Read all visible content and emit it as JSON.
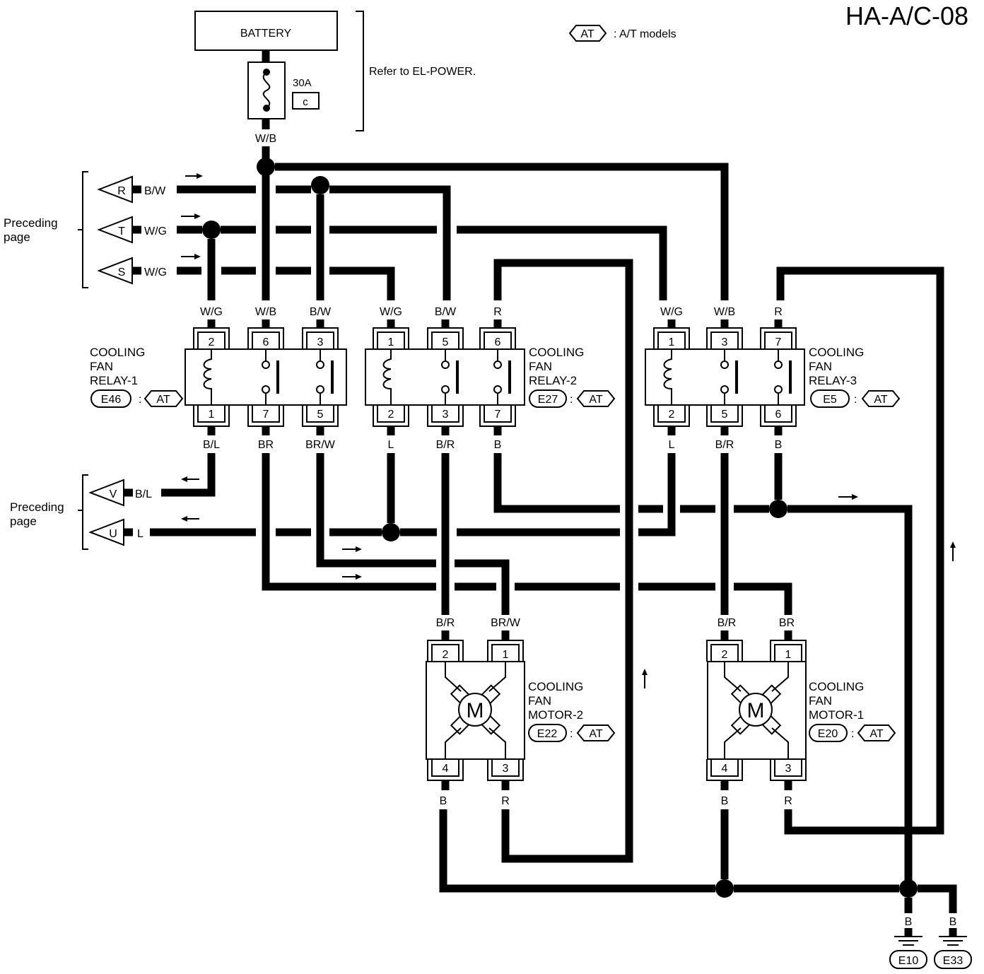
{
  "page_id": "HA-A/C-08",
  "legend": {
    "symbol": "AT",
    "text": ": A/T models"
  },
  "battery": {
    "label": "BATTERY",
    "fuse_rating": "30A",
    "fuse_code": "c",
    "reference": "Refer to EL-POWER.",
    "output_wire": "W/B"
  },
  "preceding_page_top": {
    "label_line1": "Preceding",
    "label_line2": "page",
    "connectors": [
      {
        "letter": "R",
        "wire": "B/W"
      },
      {
        "letter": "T",
        "wire": "W/G"
      },
      {
        "letter": "S",
        "wire": "W/G"
      }
    ]
  },
  "preceding_page_bottom": {
    "label_line1": "Preceding",
    "label_line2": "page",
    "connectors": [
      {
        "letter": "V",
        "wire": "B/L"
      },
      {
        "letter": "U",
        "wire": "L"
      }
    ]
  },
  "relays": [
    {
      "title1": "COOLING",
      "title2": "FAN",
      "title3": "RELAY-1",
      "connector": "E46",
      "tag": "AT",
      "top_pins": [
        "2",
        "6",
        "3"
      ],
      "bottom_pins": [
        "1",
        "7",
        "5"
      ],
      "top_wires": [
        "W/G",
        "W/B",
        "B/W"
      ],
      "bottom_wires": [
        "B/L",
        "BR",
        "BR/W"
      ]
    },
    {
      "title1": "COOLING",
      "title2": "FAN",
      "title3": "RELAY-2",
      "connector": "E27",
      "tag": "AT",
      "top_pins": [
        "1",
        "5",
        "6"
      ],
      "bottom_pins": [
        "2",
        "3",
        "7"
      ],
      "top_wires": [
        "W/G",
        "B/W",
        "R"
      ],
      "bottom_wires": [
        "L",
        "B/R",
        "B"
      ]
    },
    {
      "title1": "COOLING",
      "title2": "FAN",
      "title3": "RELAY-3",
      "connector": "E5",
      "tag": "AT",
      "top_pins": [
        "1",
        "3",
        "7"
      ],
      "bottom_pins": [
        "2",
        "5",
        "6"
      ],
      "top_wires": [
        "W/G",
        "W/B",
        "R"
      ],
      "bottom_wires": [
        "L",
        "B/R",
        "B"
      ]
    }
  ],
  "motors": [
    {
      "title1": "COOLING",
      "title2": "FAN",
      "title3": "MOTOR-2",
      "connector": "E22",
      "tag": "AT",
      "symbol": "M",
      "top_pins": [
        "2",
        "1"
      ],
      "bottom_pins": [
        "4",
        "3"
      ],
      "top_wires": [
        "B/R",
        "BR/W"
      ],
      "bottom_wires": [
        "B",
        "R"
      ]
    },
    {
      "title1": "COOLING",
      "title2": "FAN",
      "title3": "MOTOR-1",
      "connector": "E20",
      "tag": "AT",
      "symbol": "M",
      "top_pins": [
        "2",
        "1"
      ],
      "bottom_pins": [
        "4",
        "3"
      ],
      "top_wires": [
        "B/R",
        "BR"
      ],
      "bottom_wires": [
        "B",
        "R"
      ]
    }
  ],
  "grounds": [
    {
      "wire": "B",
      "connector": "E10"
    },
    {
      "wire": "B",
      "connector": "E33"
    }
  ]
}
